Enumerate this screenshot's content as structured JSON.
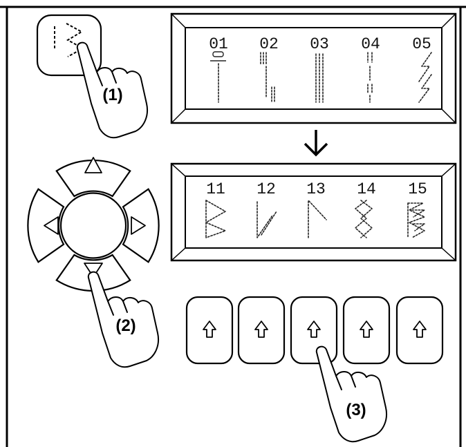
{
  "display_top": {
    "stitch_numbers": [
      "01",
      "02",
      "03",
      "04",
      "05"
    ]
  },
  "display_bottom": {
    "stitch_numbers": [
      "11",
      "12",
      "13",
      "14",
      "15"
    ]
  },
  "callouts": {
    "step1": "(1)",
    "step2": "(2)",
    "step3": "(3)"
  },
  "icons": {
    "stitch_mode_button": "zigzag-stitch-icon",
    "nav_up": "triangle-up-icon",
    "nav_down": "triangle-down-icon",
    "nav_left": "triangle-left-icon",
    "nav_right": "triangle-right-icon",
    "select_keys": "arrow-up-icon",
    "transition": "arrow-down-icon",
    "pointer": "pointing-hand-icon"
  }
}
